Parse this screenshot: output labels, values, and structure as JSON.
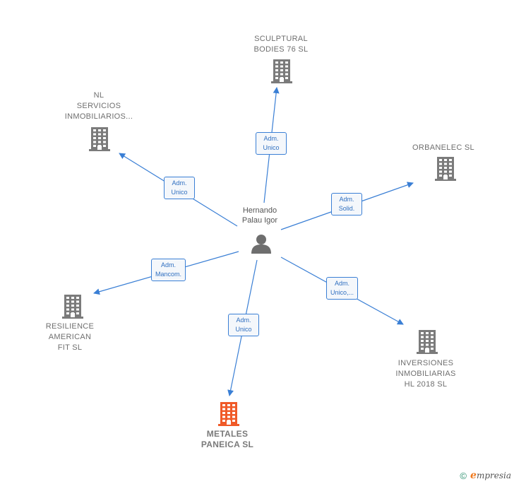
{
  "person": {
    "name_lines": [
      "Hernando",
      "Palau Igor"
    ]
  },
  "companies": [
    {
      "id": "sculptural",
      "lines": [
        "SCULPTURAL",
        "BODIES 76 SL"
      ],
      "highlight": false
    },
    {
      "id": "nl",
      "lines": [
        "NL",
        "SERVICIOS",
        "INMOBILIARIOS..."
      ],
      "highlight": false
    },
    {
      "id": "orbanelec",
      "lines": [
        "ORBANELEC SL"
      ],
      "highlight": false
    },
    {
      "id": "resilience",
      "lines": [
        "RESILIENCE",
        "AMERICAN",
        "FIT SL"
      ],
      "highlight": false
    },
    {
      "id": "inversiones",
      "lines": [
        "INVERSIONES",
        "INMOBILIARIAS",
        "HL 2018 SL"
      ],
      "highlight": false
    },
    {
      "id": "metales",
      "lines": [
        "METALES",
        "PANEICA SL"
      ],
      "highlight": true
    }
  ],
  "relations": [
    {
      "to": "sculptural",
      "lines": [
        "Adm.",
        "Unico"
      ]
    },
    {
      "to": "nl",
      "lines": [
        "Adm.",
        "Unico"
      ]
    },
    {
      "to": "orbanelec",
      "lines": [
        "Adm.",
        "Solid."
      ]
    },
    {
      "to": "resilience",
      "lines": [
        "Adm.",
        "Mancom."
      ]
    },
    {
      "to": "inversiones",
      "lines": [
        "Adm.",
        "Unico,..."
      ]
    },
    {
      "to": "metales",
      "lines": [
        "Adm.",
        "Unico"
      ]
    }
  ],
  "colors": {
    "edge": "#3a7fd5",
    "building": "#7b7b7b",
    "building_highlight": "#f05a28",
    "person": "#6e6e6e"
  },
  "footer": {
    "copyright": "©",
    "brand_initial": "e",
    "brand_rest": "mpresia"
  }
}
